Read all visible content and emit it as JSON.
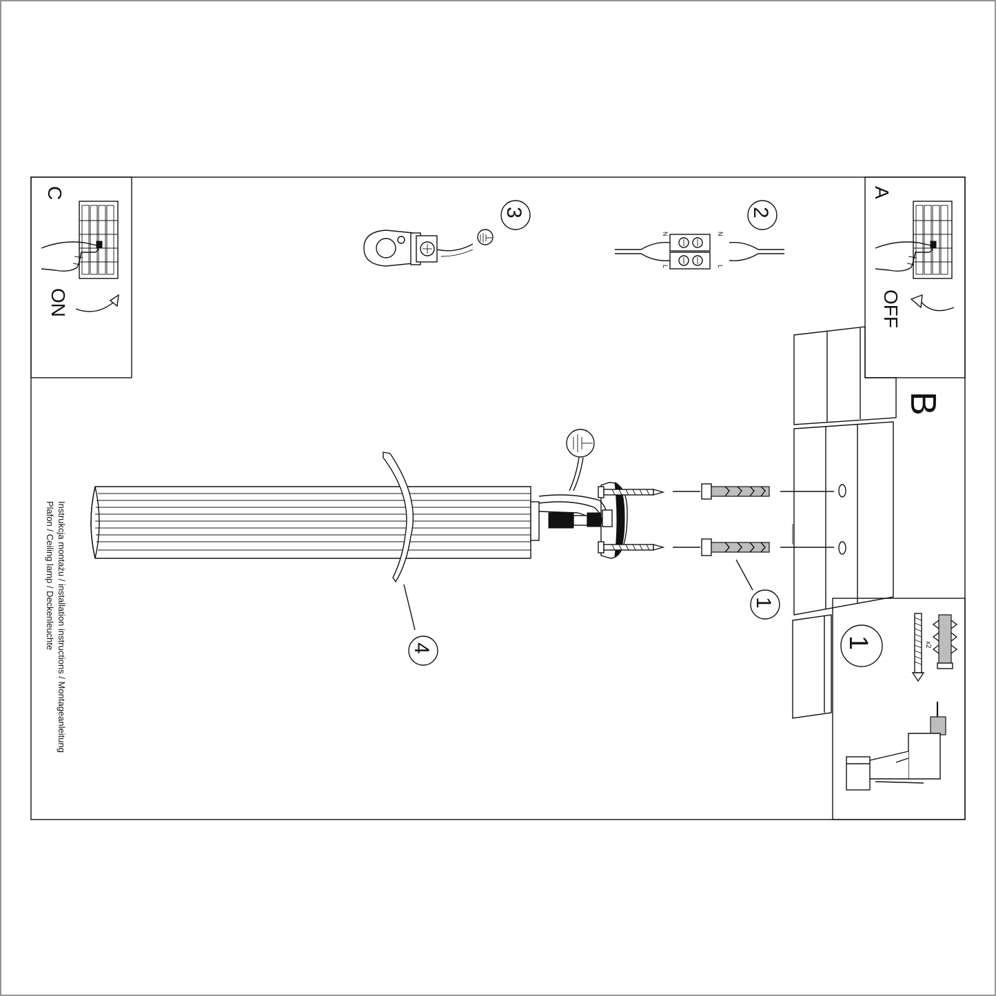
{
  "sheet": {
    "panel_a": {
      "letter": "A",
      "label": "OFF"
    },
    "panel_c": {
      "letter": "C",
      "label": "ON"
    },
    "panel_b": {
      "letter": "B"
    },
    "step_1": {
      "number": "1"
    },
    "step_2": {
      "number": "2",
      "terminal_n_left": "N",
      "terminal_n_right": "N",
      "terminal_l_left": "L",
      "terminal_l_right": "L"
    },
    "step_3": {
      "number": "3"
    },
    "step_4": {
      "number": "4"
    },
    "kit_box": {
      "number": "1",
      "quantity": "x2"
    },
    "title": {
      "line1": "Instrukcja montażu / installation instructions / Montageanleitung",
      "line2": "Plafon / Ceiling lamp / Deckenleuchte"
    }
  },
  "icons": [
    "wall-switch-icon",
    "hand-icon",
    "rotate-arrow-icon",
    "ground-symbol-icon",
    "screw-icon",
    "wall-plug-icon",
    "drill-icon",
    "terminal-block-icon"
  ]
}
